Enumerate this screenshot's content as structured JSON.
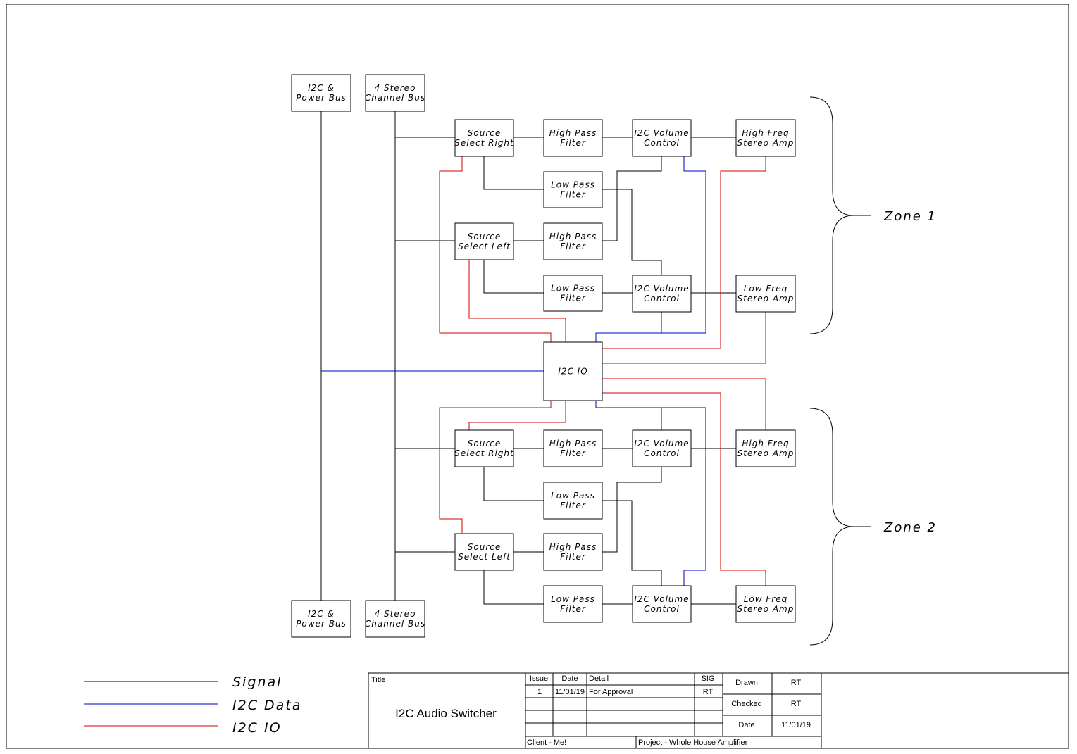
{
  "blocks": {
    "bus_top_power": [
      "I2C &",
      "Power Bus"
    ],
    "bus_top_channel": [
      "4 Stereo",
      "Channel Bus"
    ],
    "bus_bot_power": [
      "I2C &",
      "Power Bus"
    ],
    "bus_bot_channel": [
      "4 Stereo",
      "Channel Bus"
    ],
    "z1_src_right": [
      "Source",
      "Select Right"
    ],
    "z1_hpf_1": [
      "High Pass",
      "Filter"
    ],
    "z1_vol_1": [
      "I2C Volume",
      "Control"
    ],
    "z1_hf_amp": [
      "High Freq",
      "Stereo Amp"
    ],
    "z1_lpf_1": [
      "Low Pass",
      "Filter"
    ],
    "z1_src_left": [
      "Source",
      "Select Left"
    ],
    "z1_hpf_2": [
      "High Pass",
      "Filter"
    ],
    "z1_lpf_2": [
      "Low Pass",
      "Filter"
    ],
    "z1_vol_2": [
      "I2C Volume",
      "Control"
    ],
    "z1_lf_amp": [
      "Low Freq",
      "Stereo Amp"
    ],
    "i2c_io": [
      "I2C IO"
    ],
    "z2_src_right": [
      "Source",
      "Select Right"
    ],
    "z2_hpf_1": [
      "High Pass",
      "Filter"
    ],
    "z2_vol_1": [
      "I2C Volume",
      "Control"
    ],
    "z2_hf_amp": [
      "High Freq",
      "Stereo Amp"
    ],
    "z2_lpf_1": [
      "Low Pass",
      "Filter"
    ],
    "z2_src_left": [
      "Source",
      "Select Left"
    ],
    "z2_hpf_2": [
      "High Pass",
      "Filter"
    ],
    "z2_lpf_2": [
      "Low Pass",
      "Filter"
    ],
    "z2_vol_2": [
      "I2C Volume",
      "Control"
    ],
    "z2_lf_amp": [
      "Low Freq",
      "Stereo Amp"
    ]
  },
  "zones": {
    "zone1": "Zone 1",
    "zone2": "Zone 2"
  },
  "legend": {
    "signal": "Signal",
    "i2c_data": "I2C Data",
    "i2c_io": "I2C IO"
  },
  "colors": {
    "signal": "#000000",
    "i2c_data": "#0000c8",
    "i2c_io": "#d40000"
  },
  "title_block": {
    "title_label": "Title",
    "title": "I2C Audio Switcher",
    "headers": {
      "issue": "Issue",
      "date": "Date",
      "detail": "Detail",
      "sig": "SIG"
    },
    "rev": {
      "issue": "1",
      "date": "11/01/19",
      "detail": "For Approval",
      "sig": "RT"
    },
    "client": "Client - Me!",
    "project": "Project - Whole House Amplifier",
    "drawn_label": "Drawn",
    "drawn": "RT",
    "checked_label": "Checked",
    "checked": "RT",
    "date_label": "Date",
    "date": "11/01/19"
  }
}
